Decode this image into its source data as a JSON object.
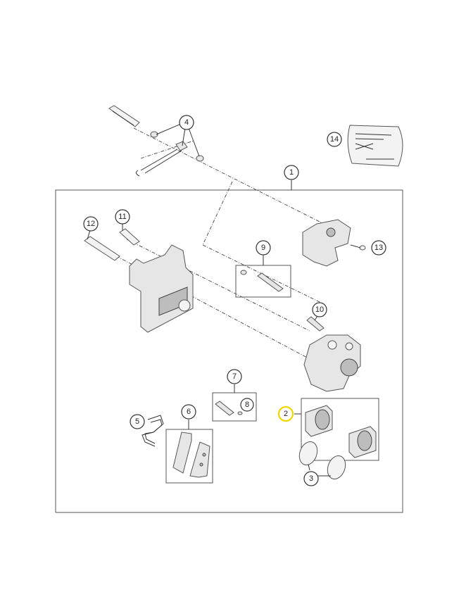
{
  "callouts": {
    "c1": "1",
    "c2": "2",
    "c3": "3",
    "c4": "4",
    "c5": "5",
    "c6": "6",
    "c7": "7",
    "c8": "8",
    "c9": "9",
    "c10": "10",
    "c11": "11",
    "c12": "12",
    "c13": "13",
    "c14": "14"
  },
  "highlight": {
    "callout": "2",
    "color": "#f2d600"
  }
}
